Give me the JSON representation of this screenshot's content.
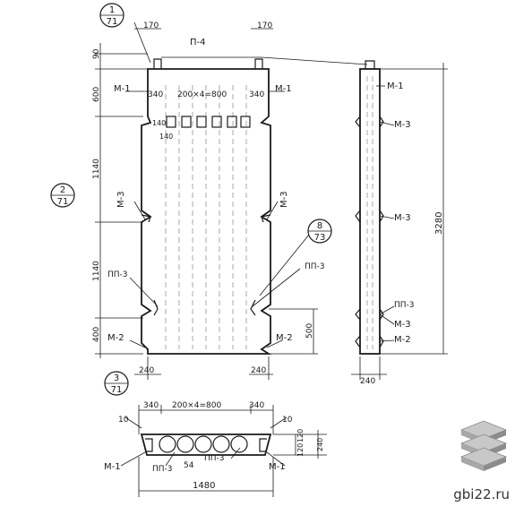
{
  "callouts": {
    "c1": {
      "top": "1",
      "bottom": "71"
    },
    "c2": {
      "top": "2",
      "bottom": "71"
    },
    "c3": {
      "top": "3",
      "bottom": "71"
    },
    "c8": {
      "top": "8",
      "bottom": "73"
    }
  },
  "labels": {
    "p4": "П-4",
    "m1": "М-1",
    "m2": "М-2",
    "m3": "М-3",
    "pp3": "ПП-3"
  },
  "dims": {
    "d170": "170",
    "d90": "90",
    "d600": "600",
    "d1140": "1140",
    "d400": "400",
    "d500": "500",
    "d240": "240",
    "d340": "340",
    "d140": "140",
    "d3280": "3280",
    "holes": "200×4=800",
    "d10": "10",
    "d120": "120",
    "d54": "54",
    "d1480": "1480"
  },
  "watermark": {
    "text": "gbi22.ru"
  }
}
